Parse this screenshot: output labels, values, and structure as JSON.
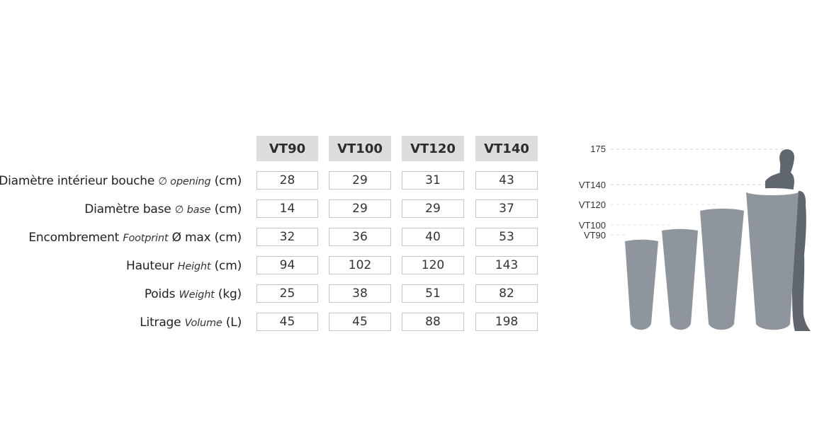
{
  "table": {
    "columns": [
      "VT90",
      "VT100",
      "VT120",
      "VT140"
    ],
    "rows": [
      {
        "label_fr": "Diamètre intérieur bouche",
        "label_en": "∅ opening",
        "unit": "(cm)",
        "values": [
          "28",
          "29",
          "31",
          "43"
        ]
      },
      {
        "label_fr": "Diamètre base",
        "label_en": "∅ base",
        "unit": "(cm)",
        "values": [
          "14",
          "29",
          "29",
          "37"
        ]
      },
      {
        "label_fr": "Encombrement",
        "label_en": "Footprint",
        "unit": "Ø max (cm)",
        "values": [
          "32",
          "36",
          "40",
          "53"
        ]
      },
      {
        "label_fr": "Hauteur",
        "label_en": "Height",
        "unit": "(cm)",
        "values": [
          "94",
          "102",
          "120",
          "143"
        ]
      },
      {
        "label_fr": "Poids",
        "label_en": "Weight",
        "unit": "(kg)",
        "values": [
          "25",
          "38",
          "51",
          "82"
        ]
      },
      {
        "label_fr": "Litrage",
        "label_en": "Volume",
        "unit": "(L)",
        "values": [
          "45",
          "45",
          "88",
          "198"
        ]
      }
    ]
  },
  "figure": {
    "reference_label": "175",
    "reference_height_cm": 175,
    "pot_labels": [
      "VT140",
      "VT120",
      "VT100",
      "VT90"
    ],
    "pot_heights_cm": [
      143,
      120,
      102,
      94
    ],
    "colors": {
      "pot": "#8e959c",
      "person": "#5f666d",
      "guide": "#cfcfcf",
      "header_bg": "#dcdddf"
    }
  }
}
